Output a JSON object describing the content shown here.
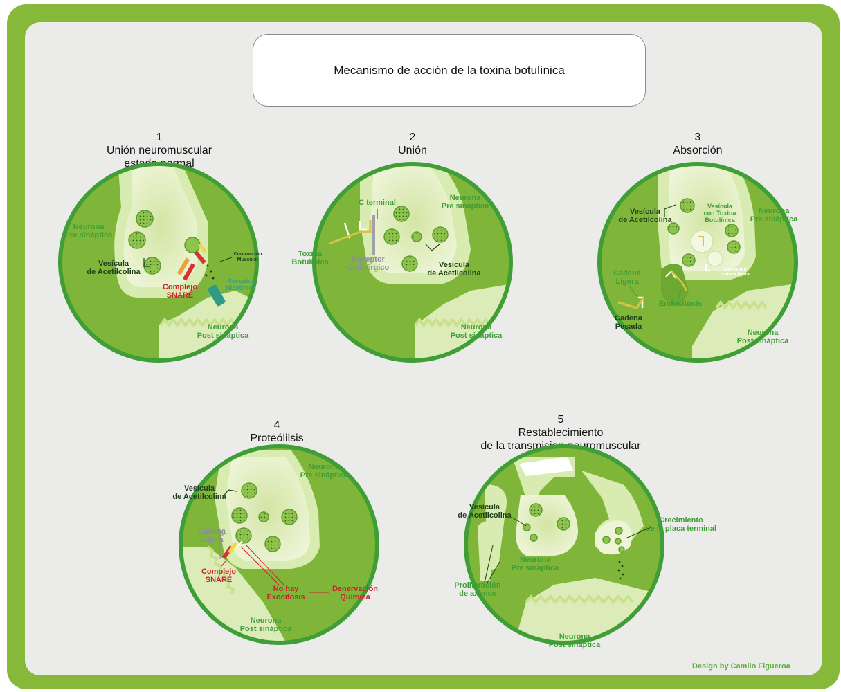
{
  "title": "Mecanismo de acción de la toxina botulínica",
  "credit": "Design by Camilo Figueroa",
  "colors": {
    "frame": "#86b83a",
    "panel": "#ebebea",
    "cleft_green": "#7fb63a",
    "neuron_pale": "#e6f0c8",
    "label_green": "#3f9e36",
    "label_dark": "#1f3f1a",
    "label_red": "#c8232b"
  },
  "panels": [
    {
      "number": "1",
      "heading_lines": [
        "Unión neuromuscular",
        "estado normal"
      ],
      "labels": {
        "pre_1": "Neurona",
        "pre_2": "Pre sináptica",
        "ves_1": "Vesícula",
        "ves_2": "de Acetilcolina",
        "snare_1": "Complejo",
        "snare_2": "SNARE",
        "con_1": "Contracción",
        "con_2": "Muscular",
        "rec_1": "Receptor",
        "rec_2": "Nicotínico",
        "post_1": "Neurona",
        "post_2": "Post sináptica"
      }
    },
    {
      "number": "2",
      "heading_lines": [
        "Unión"
      ],
      "labels": {
        "cterm": "C terminal",
        "pre_1": "Neurona",
        "pre_2": "Pre sináptica",
        "tox_1": "Toxina",
        "tox_2": "Botulínica",
        "rec_1": "Receptor",
        "rec_2": "Colinérgico",
        "ves_1": "Vesícula",
        "ves_2": "de Acetilcolina",
        "post_1": "Neurona",
        "post_2": "Post sináptica"
      }
    },
    {
      "number": "3",
      "heading_lines": [
        "Absorción"
      ],
      "labels": {
        "ves_1": "Vesícula",
        "ves_2": "de Acetilcolina",
        "vtox_1": "Vesícula",
        "vtox_2": "con Toxina",
        "vtox_3": "Botulínica",
        "pre_1": "Neurona",
        "pre_2": "Pre sináptica",
        "lib_1": "Liberación",
        "lib_2": "cadena ligera",
        "lig_1": "Cadena",
        "lig_2": "Ligera",
        "endo": "Endocitosis",
        "pes_1": "Cadena",
        "pes_2": "Pesada",
        "post_1": "Neurona",
        "post_2": "Post sináptica"
      }
    },
    {
      "number": "4",
      "heading_lines": [
        "Proteólilsis"
      ],
      "labels": {
        "pre_1": "Neurona",
        "pre_2": "Pre sináptica",
        "ves_1": "Vesícula",
        "ves_2": "de Acetilcolina",
        "lig_1": "Cadena",
        "lig_2": "Ligera",
        "snare_1": "Complejo",
        "snare_2": "SNARE",
        "noexo_1": "No hay",
        "noexo_2": "Exocitosis",
        "den_1": "Denervación",
        "den_2": "Química",
        "post_1": "Neurona",
        "post_2": "Post sináptica"
      }
    },
    {
      "number": "5",
      "heading_lines": [
        "Restablecimiento",
        "de la transmision neuromuscular"
      ],
      "labels": {
        "ves_1": "Vesícula",
        "ves_2": "de Acetilcolina",
        "crec_1": "Crecimiento",
        "crec_2": "de la placa terminal",
        "pre_1": "Neurona",
        "pre_2": "Pre sináptica",
        "prol_1": "Proliferación",
        "prol_2": "de axones",
        "post_1": "Neurona",
        "post_2": "Post sináptica"
      }
    }
  ]
}
